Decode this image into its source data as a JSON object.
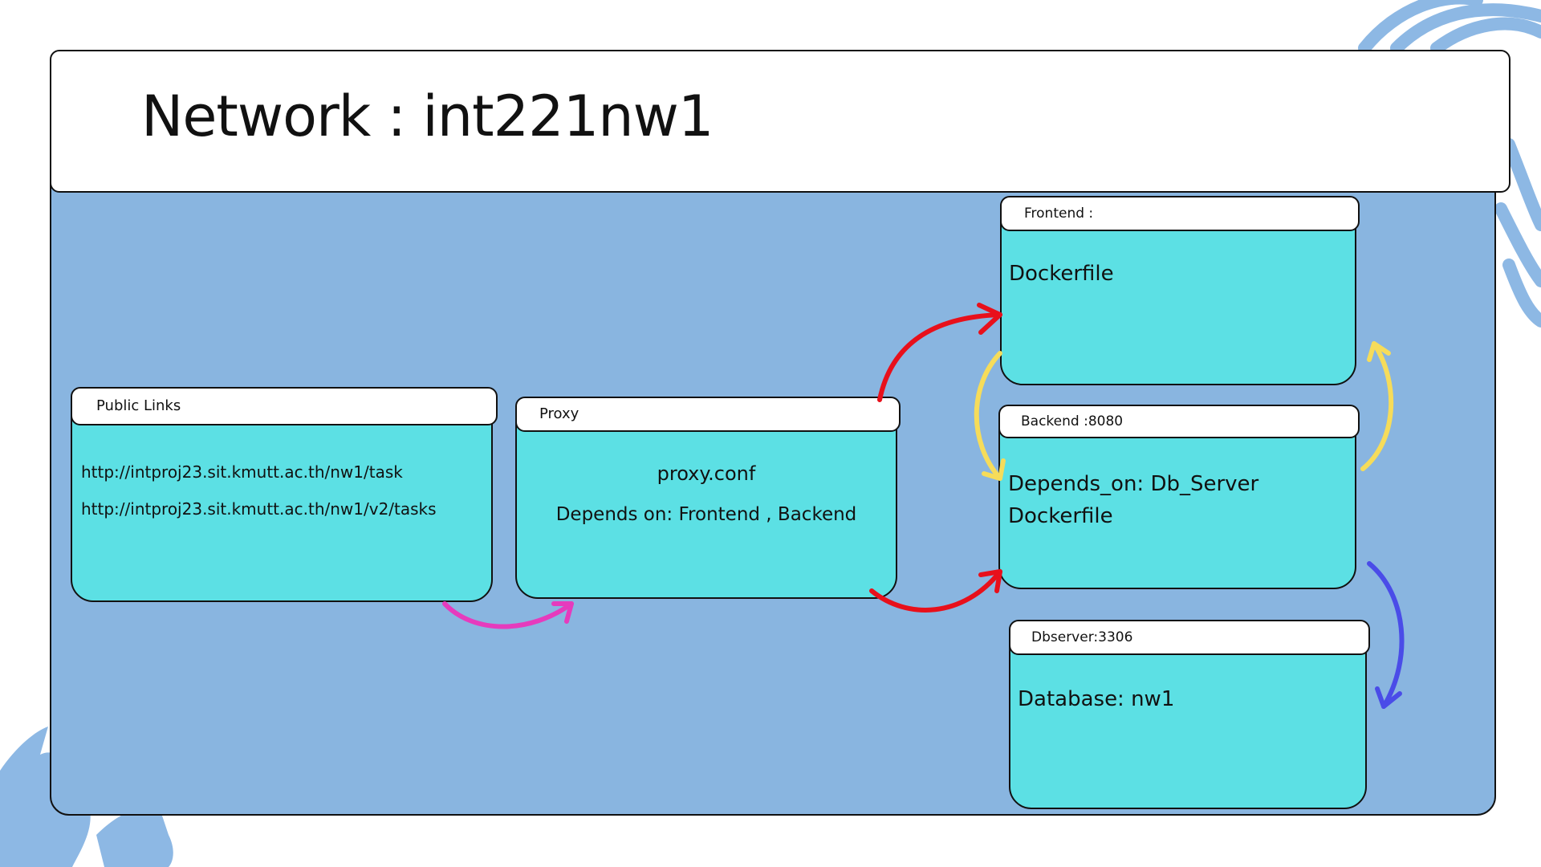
{
  "title": "Network : int221nw1",
  "colors": {
    "panel": "#89b5e0",
    "node_fill": "#5ce0e4",
    "arrow_public_to_proxy": "#e63bbd",
    "arrow_proxy": "#e8101b",
    "arrow_frontend_backend": "#f6dc5a",
    "arrow_backend_db": "#4a4ce8"
  },
  "nodes": {
    "public_links": {
      "label": "Public Links",
      "lines": [
        "http://intproj23.sit.kmutt.ac.th/nw1/task",
        "http://intproj23.sit.kmutt.ac.th/nw1/v2/tasks"
      ]
    },
    "proxy": {
      "label": "Proxy",
      "lines": [
        "proxy.conf",
        "Depends on: Frontend , Backend"
      ]
    },
    "frontend": {
      "label": "Frontend :",
      "lines": [
        "Dockerfile"
      ]
    },
    "backend": {
      "label": "Backend :8080",
      "lines": [
        "Depends_on: Db_Server",
        "Dockerfile"
      ]
    },
    "dbserver": {
      "label": "Dbserver:3306",
      "lines": [
        "Database: nw1"
      ]
    }
  }
}
